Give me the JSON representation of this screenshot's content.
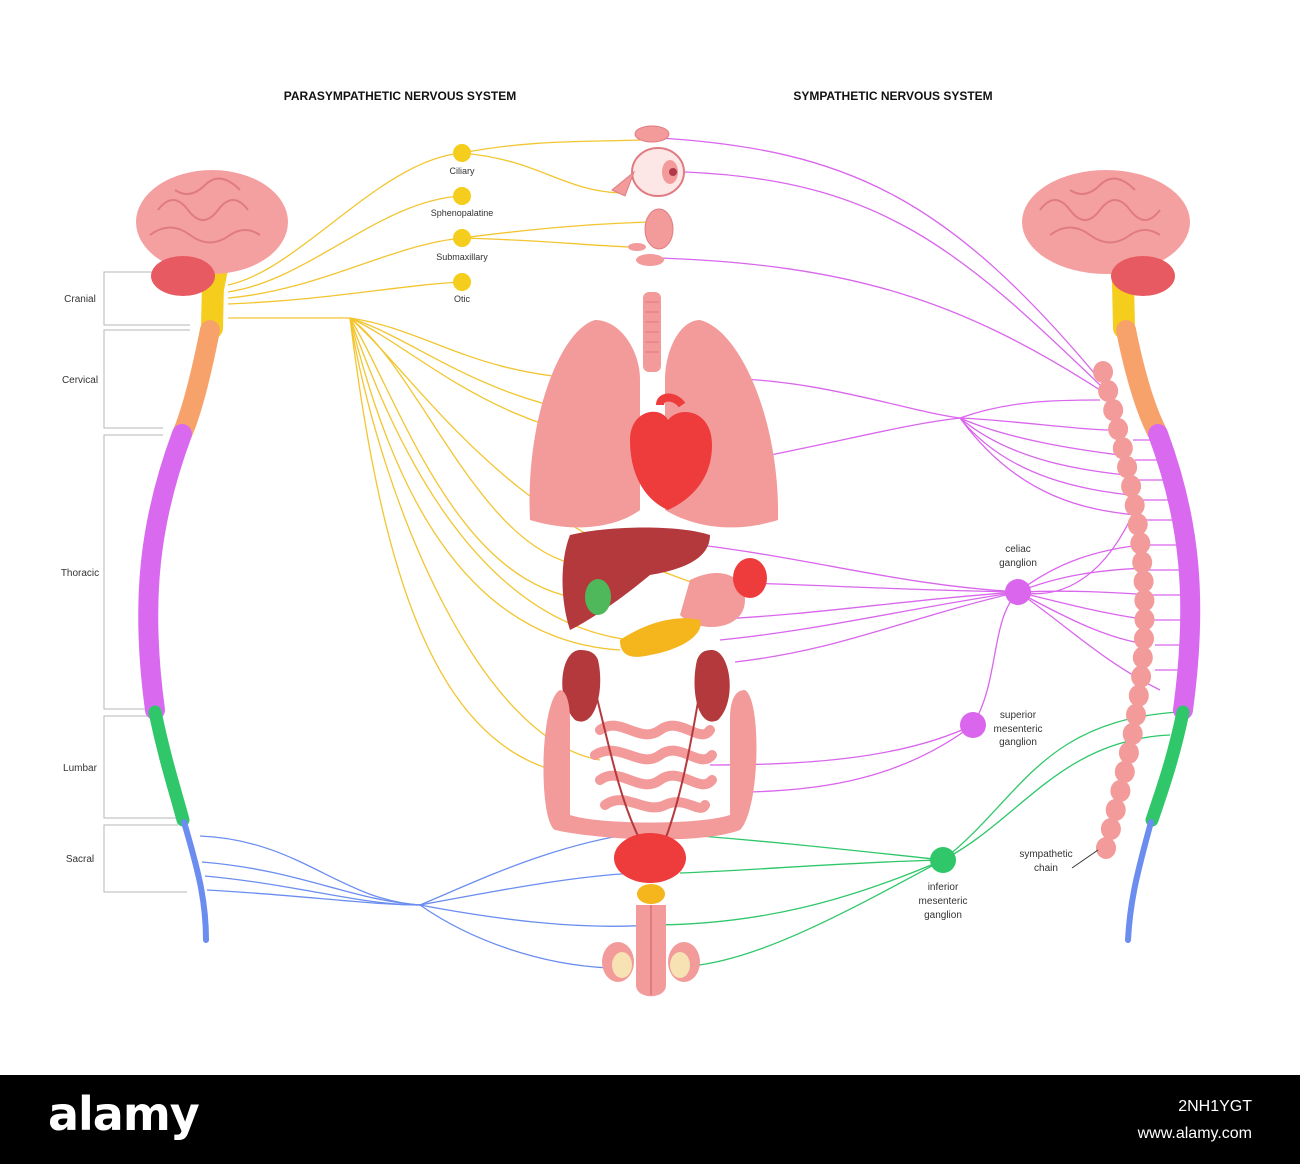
{
  "titles": {
    "parasympathetic": "PARASYMPATHETIC NERVOUS SYSTEM",
    "sympathetic": "SYMPATHETIC NERVOUS SYSTEM"
  },
  "regions": {
    "cranial": "Cranial",
    "cervical": "Cervical",
    "thoracic": "Thoracic",
    "lumbar": "Lumbar",
    "sacral": "Sacral"
  },
  "parasympathetic_ganglia": {
    "ciliary": "Ciliary",
    "sphenopalatine": "Sphenopalatine",
    "submaxillary": "Submaxillary",
    "otic": "Otic"
  },
  "sympathetic_ganglia": {
    "celiac_1": "celiac",
    "celiac_2": "ganglion",
    "superior_1": "superior",
    "superior_2": "mesenteric",
    "superior_3": "ganglion",
    "inferior_1": "inferior",
    "inferior_2": "mesenteric",
    "inferior_3": "ganglion",
    "chain_1": "sympathetic",
    "chain_2": "chain"
  },
  "colors": {
    "cranial": "#f5cd1d",
    "cervical": "#f8a26b",
    "thoracic": "#d96af0",
    "lumbar": "#2fc76a",
    "sacral": "#6b8df0",
    "parasympathetic_nerve": "#f2c530",
    "sympathetic_nerve": "#d966ec",
    "brain": "#f5a0a0",
    "organ_pink": "#f39a9a",
    "heart": "#ee3b3b"
  },
  "footer": {
    "logo": "alamy",
    "image_id": "2NH1YGT",
    "site": "www.alamy.com"
  }
}
